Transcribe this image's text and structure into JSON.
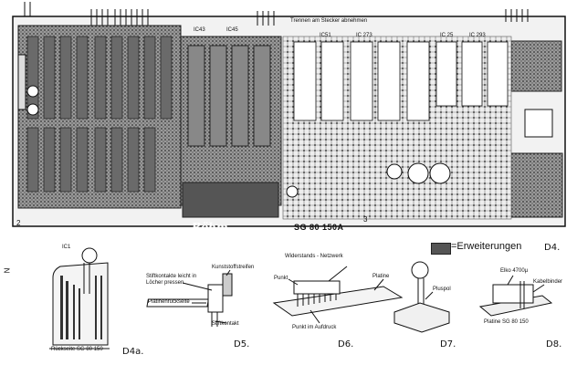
{
  "board": {
    "brand": "Böhm",
    "model": "SG 80 150A",
    "top_note": "Trennen am Stecker abnehmen",
    "ic_labels": [
      "IC43",
      "IC45",
      "IC51",
      "IC 273",
      "IC 25",
      "IC 293"
    ],
    "corner_numbers": [
      "2",
      "3"
    ]
  },
  "legend": {
    "text": "=Erweiterungen",
    "fig_id": "D4."
  },
  "side_mark": "N",
  "fig_d4a": {
    "label": "D4a.",
    "caption": "Rückseite SG 80 150",
    "top_ic": "IC1"
  },
  "fig_d5": {
    "label": "D5.",
    "callout_1": "Stiftkontakte leicht in Löcher pressen",
    "callout_2": "Kunststoffstreifen",
    "callout_3": "Platinenrückseite",
    "callout_4": "Stiftkontakt"
  },
  "fig_d6": {
    "label": "D6.",
    "title": "Widerstands - Netzwerk",
    "callout_point": "Punkt",
    "callout_board": "Platine",
    "caption": "Punkt im Aufdruck"
  },
  "fig_d7": {
    "label": "D7.",
    "callout": "Pluspol"
  },
  "fig_d8": {
    "label": "D8.",
    "callout_elko": "Elko 4700µ",
    "callout_cable": "Kabelbinder",
    "caption": "Platine SG 80 150"
  }
}
